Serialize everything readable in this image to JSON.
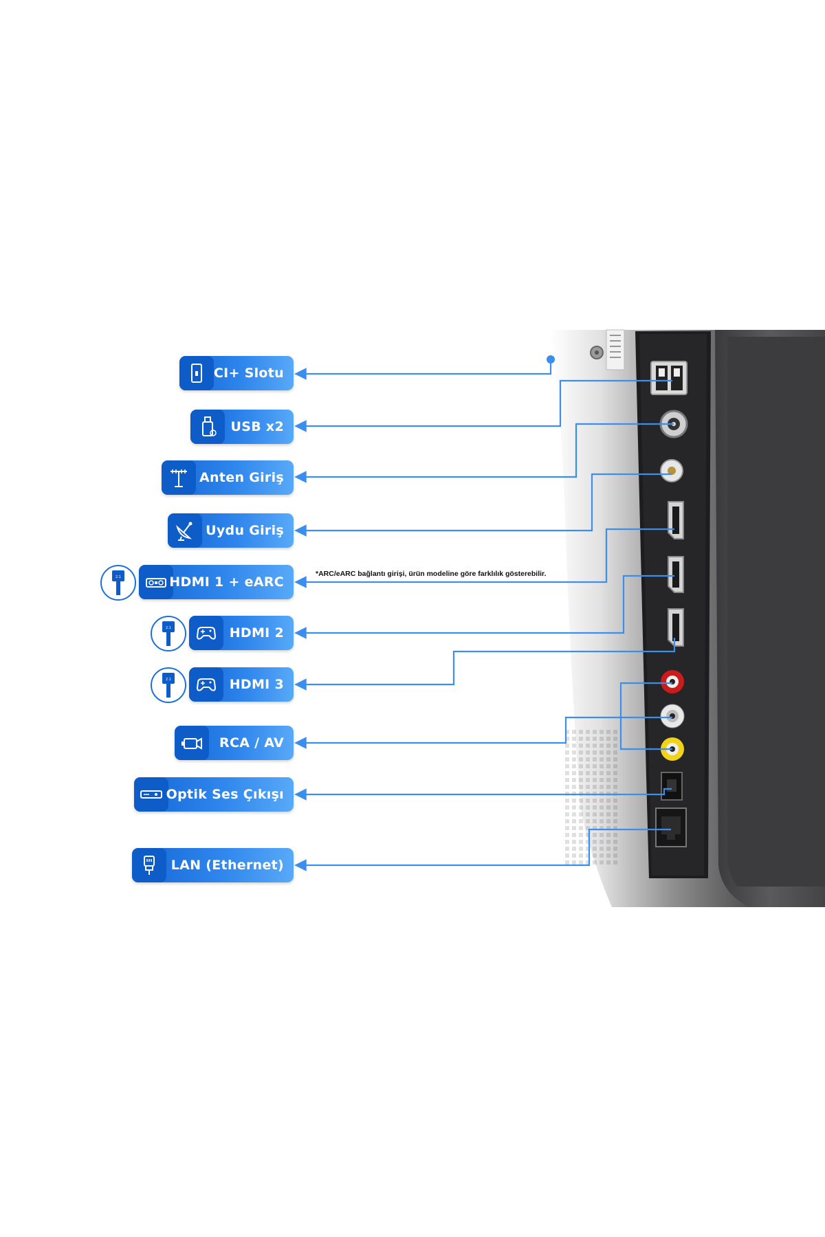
{
  "labels": [
    {
      "id": "ci-slot",
      "text": "CI+ Slotu",
      "icon": "ci-card-icon"
    },
    {
      "id": "usb",
      "text": "USB x2",
      "icon": "usb-stick-icon"
    },
    {
      "id": "antenna",
      "text": "Anten Giriş",
      "icon": "antenna-icon"
    },
    {
      "id": "satellite",
      "text": "Uydu Giriş",
      "icon": "satellite-dish-icon"
    },
    {
      "id": "hdmi1",
      "text": "HDMI 1 + eARC",
      "icon": "soundbar-icon"
    },
    {
      "id": "hdmi2",
      "text": "HDMI 2",
      "icon": "gamepad-icon"
    },
    {
      "id": "hdmi3",
      "text": "HDMI 3",
      "icon": "gamepad-icon"
    },
    {
      "id": "rca",
      "text": "RCA / AV",
      "icon": "camcorder-icon"
    },
    {
      "id": "optical",
      "text": "Optik Ses Çıkışı",
      "icon": "optical-receiver-icon"
    },
    {
      "id": "lan",
      "text": "LAN (Ethernet)",
      "icon": "ethernet-plug-icon"
    }
  ],
  "hdmi_badge": {
    "version": "2.1",
    "brand": "HDMI",
    "icon": "hdmi-2-1-cable-icon"
  },
  "note": "*ARC/eARC bağlantı girişi, ürün modeline göre farklılık gösterebilir.",
  "colors": {
    "accent": "#1f78e8",
    "label_dark": "#0e5cc8",
    "label_light": "#58a9f8",
    "connector_line": "#3a8ef0",
    "panel": "#2a2a2c"
  }
}
